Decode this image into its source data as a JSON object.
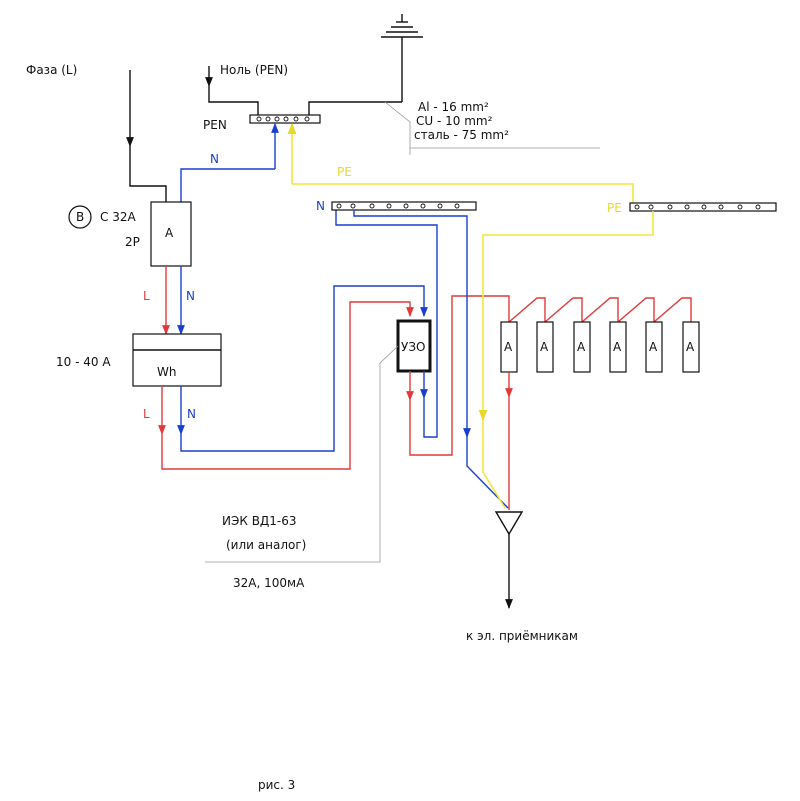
{
  "labels": {
    "phase": "Фаза (L)",
    "neutral_in": "Ноль (PEN)",
    "pen_bus": "PEN",
    "breaker_type": "B",
    "breaker_rating": "C 32A",
    "breaker_poles": "2P",
    "breaker_box": "A",
    "meter_range": "10 - 40 A",
    "meter_box": "Wh",
    "rcd_box": "УЗО",
    "rcd_model": "ИЭК ВД1-63",
    "rcd_model_alt": "(или аналог)",
    "rcd_rating": "32A, 100мА",
    "ground_al": "Al - 16 mm²",
    "ground_cu": "CU - 10 mm²",
    "ground_steel": "сталь - 75 mm²",
    "wire_N_1": "N",
    "wire_L_1": "L",
    "wire_N_2": "N",
    "wire_L_2": "L",
    "wire_N_3": "N",
    "n_bus": "N",
    "pe_wire": "PE",
    "pe_bus": "PE",
    "group_breaker": "A",
    "load_output": "к эл. приёмникам",
    "figure_caption": "рис. 3"
  },
  "group_breakers": [
    "A",
    "A",
    "A",
    "A",
    "A",
    "A"
  ],
  "colors": {
    "neutral": "#1a3fd0",
    "phase": "#e03a3a",
    "protective_earth": "#f2e63a",
    "outline": "#111111",
    "leader": "#999999"
  }
}
